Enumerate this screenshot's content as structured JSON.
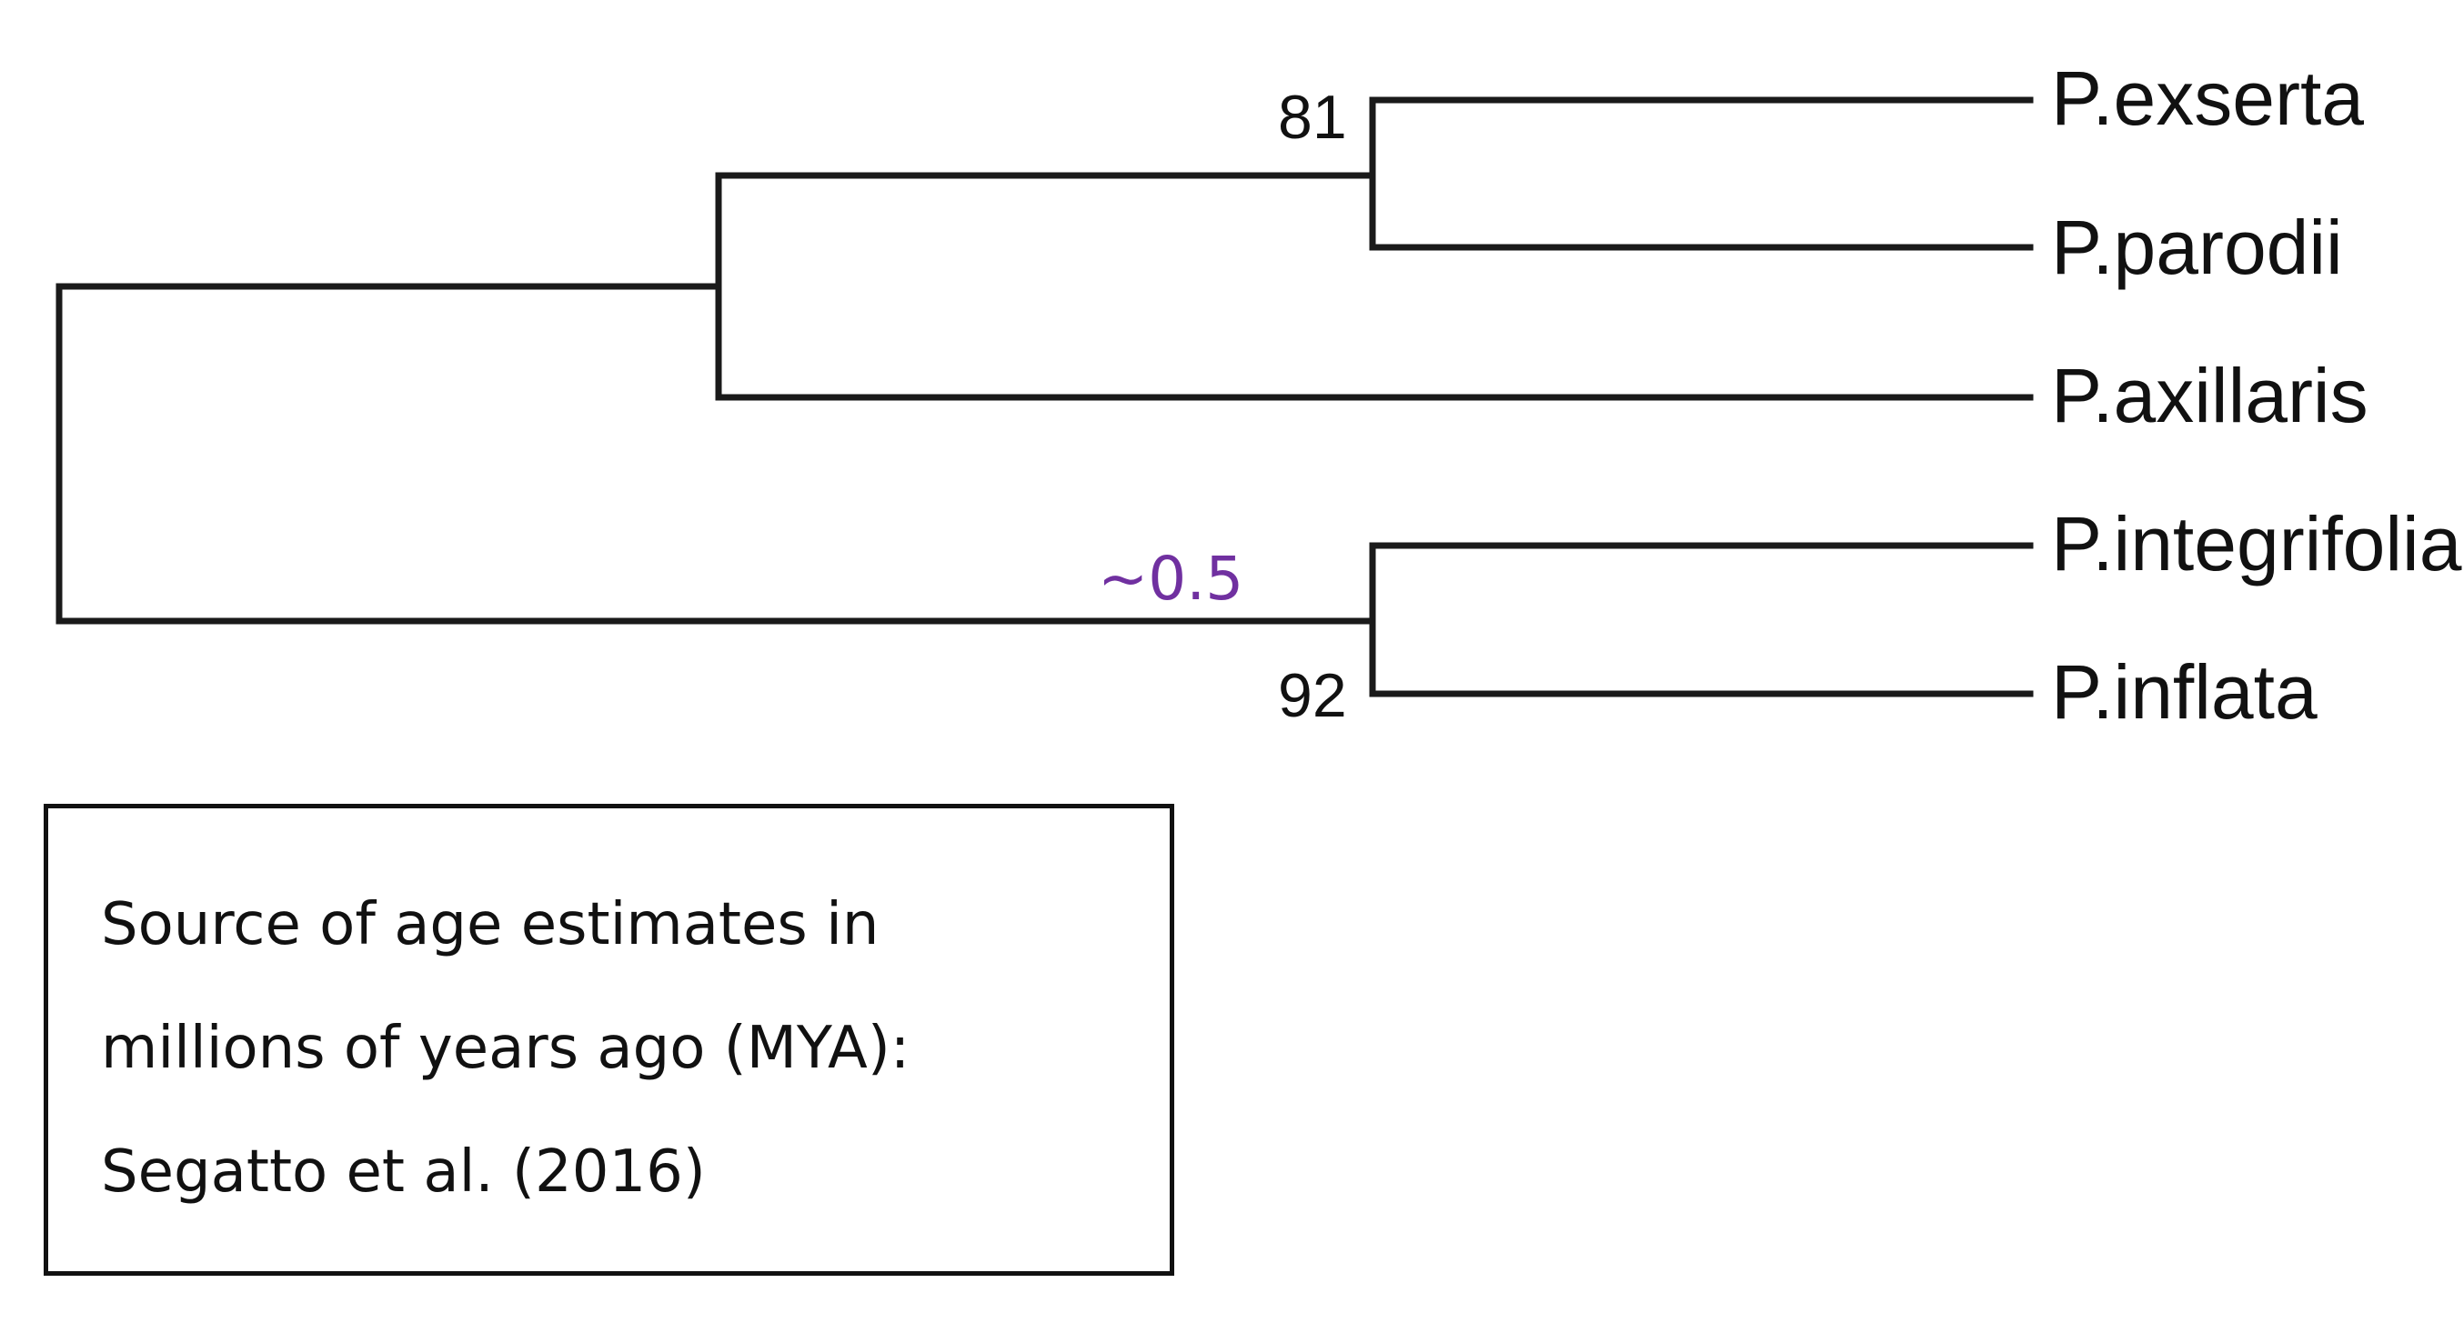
{
  "tree": {
    "taxa": [
      {
        "id": "exserta",
        "label": "P.exserta"
      },
      {
        "id": "parodii",
        "label": "P.parodii"
      },
      {
        "id": "axillaris",
        "label": "P.axillaris"
      },
      {
        "id": "integrifolia",
        "label": "P.integrifolia"
      },
      {
        "id": "inflata",
        "label": "P.inflata"
      }
    ],
    "support_values": {
      "exserta_parodii": "81",
      "integrifolia_inflata": "92"
    },
    "age_estimate": {
      "label": "~0.5",
      "color": "#7030A0"
    }
  },
  "source_box": {
    "lines": [
      "Source of age estimates in",
      "millions of years ago (MYA):",
      "Segatto et al. (2016)"
    ]
  }
}
